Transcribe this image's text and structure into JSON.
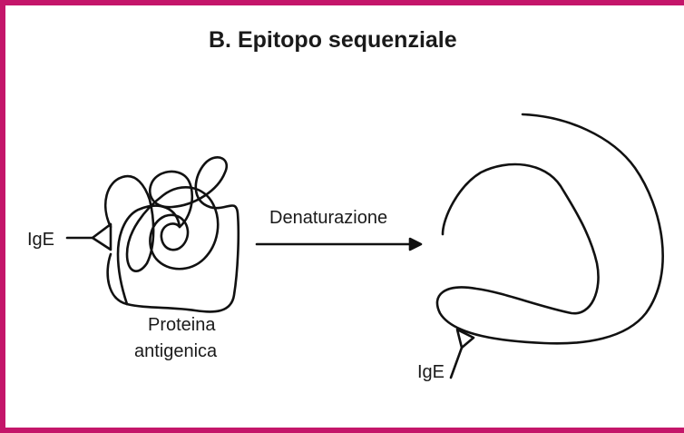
{
  "title": "B. Epitopo sequenziale",
  "labels": {
    "ige_left": "IgE",
    "denaturation": "Denaturazione",
    "protein_line1": "Proteina",
    "protein_line2": "antigenica",
    "ige_right": "IgE"
  },
  "colors": {
    "border": "#c4166a",
    "ink": "#111111",
    "background": "#ffffff"
  }
}
